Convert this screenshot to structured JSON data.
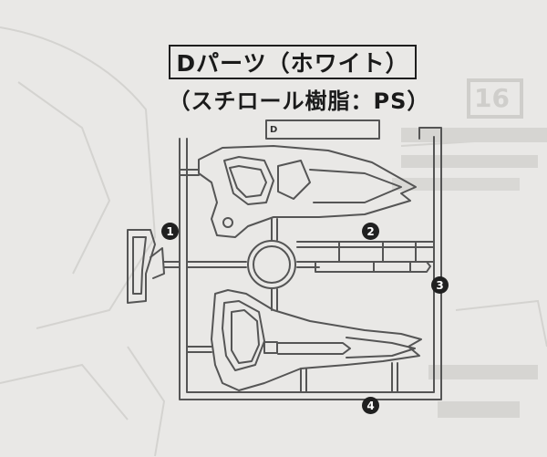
{
  "part_group": {
    "title": "Dパーツ（ホワイト）",
    "material": "（スチロール樹脂：PS）",
    "sprue_code": "D"
  },
  "part_markers": [
    "1",
    "2",
    "3",
    "4"
  ],
  "background_faded": {
    "page_number": "16"
  },
  "colors": {
    "background": "#e9e8e6",
    "ink": "#1a1a1a",
    "outline": "#555555",
    "faded": "#cfcecb"
  }
}
